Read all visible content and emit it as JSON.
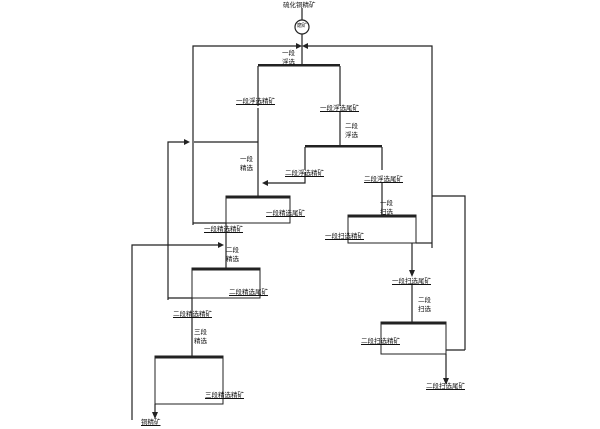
{
  "feed": {
    "label": "硫化铜精矿",
    "mill_label": "磨矿"
  },
  "stages": {
    "rougher": {
      "line1": "一段",
      "line2": "浮选"
    },
    "rougher2": {
      "line1": "二段",
      "line2": "浮选"
    },
    "cleaner1": {
      "line1": "一段",
      "line2": "精选"
    },
    "cleaner2": {
      "line1": "二段",
      "line2": "精选"
    },
    "cleaner3": {
      "line1": "三段",
      "line2": "精选"
    },
    "scav1": {
      "line1": "一段",
      "line2": "扫选"
    },
    "scav2": {
      "line1": "二段",
      "line2": "扫选"
    }
  },
  "products": {
    "rougher_conc": "一段浮选精矿",
    "rougher_tail": "一段浮选尾矿",
    "rougher2_conc": "二段浮选精矿",
    "rougher2_tail": "二段浮选尾矿",
    "cleaner1_tail": "一段精选尾矿",
    "cleaner1_conc": "一段精选精矿",
    "cleaner2_tail": "二段精选尾矿",
    "cleaner2_conc": "二段精选精矿",
    "cleaner3_conc": "三段精选精矿",
    "scav1_conc": "一段扫选精矿",
    "scav1_tail": "一段扫选尾矿",
    "scav2_conc": "二段扫选精矿",
    "scav2_tail": "二段扫选尾矿",
    "final_conc": "铜精矿"
  }
}
